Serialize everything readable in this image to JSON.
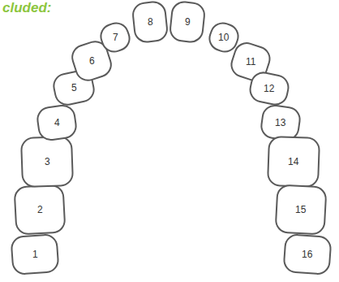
{
  "diagram": {
    "nodes": [
      {
        "text": [
          "1"
        ]
      },
      {
        "text": [
          "2"
        ]
      },
      {
        "text": [
          "3"
        ]
      },
      {
        "text": [
          "4"
        ]
      },
      {
        "text": [
          "5"
        ]
      },
      {
        "text": [
          "6"
        ]
      },
      {
        "text": [
          "7"
        ]
      },
      {
        "text": [
          "8"
        ]
      },
      {
        "text": [
          "9"
        ]
      },
      {
        "text": [
          "10"
        ]
      },
      {
        "text": [
          "11"
        ]
      },
      {
        "text": [
          "12"
        ]
      },
      {
        "text": [
          "13"
        ]
      },
      {
        "text": [
          "14"
        ]
      },
      {
        "text": [
          "15"
        ]
      },
      {
        "text": [
          "16"
        ]
      }
    ],
    "labels": [
      "cluded:"
    ]
  }
}
